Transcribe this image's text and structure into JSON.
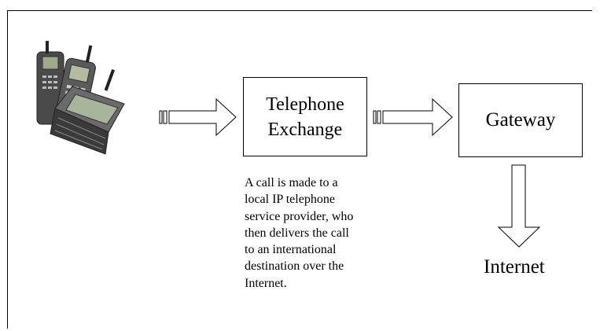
{
  "nodes": {
    "exchange": {
      "lines": [
        "Telephone",
        "Exchange"
      ]
    },
    "gateway": {
      "label": "Gateway"
    },
    "internet": {
      "label": "Internet"
    }
  },
  "caption": {
    "lines": [
      "A call is made to a",
      "local IP telephone",
      "service provider, who",
      "then delivers the call",
      "to an international",
      "destination over the",
      "Internet."
    ]
  },
  "image": {
    "subject": "mobile-phones"
  },
  "edges": [
    {
      "from": "mobile-phones",
      "to": "exchange"
    },
    {
      "from": "exchange",
      "to": "gateway"
    },
    {
      "from": "gateway",
      "to": "internet"
    }
  ]
}
